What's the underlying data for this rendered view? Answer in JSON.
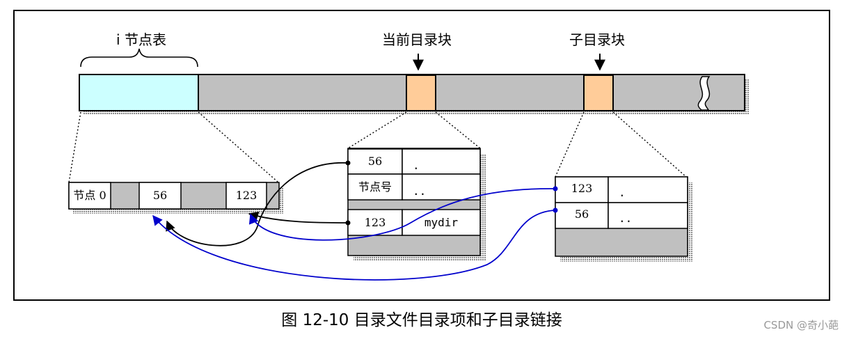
{
  "labels": {
    "inode_table": "i 节点表",
    "current_dir_block": "当前目录块",
    "sub_dir_block": "子目录块"
  },
  "inode_row": {
    "cells": [
      "节点 0",
      "56",
      "123"
    ]
  },
  "current_dir_entries": [
    {
      "inode": "56",
      "name": "."
    },
    {
      "inode": "节点号",
      "name": ".."
    },
    {
      "inode": "123",
      "name": "mydir"
    }
  ],
  "sub_dir_entries": [
    {
      "inode": "123",
      "name": "."
    },
    {
      "inode": "56",
      "name": ".."
    }
  ],
  "caption": "图 12-10 目录文件目录项和子目录链接",
  "watermark": "CSDN @奇小葩",
  "colors": {
    "inode_table_fill": "#ccffff",
    "dir_block_fill": "#ffcc99",
    "gray_fill": "#c0c0c0",
    "blue_link": "#0000cc",
    "black_link": "#000000"
  }
}
